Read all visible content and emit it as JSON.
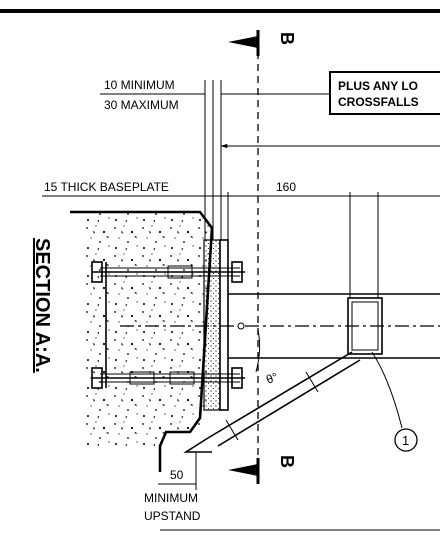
{
  "section_title": "SECTION A:A.",
  "section_marker": "B",
  "dimensions": {
    "min_clearance": "10 MINIMUM",
    "max_clearance": "30 MAXIMUM",
    "baseplate": "15 THICK BASEPLATE",
    "offset": "160",
    "upstand_width": "50",
    "upstand_label_1": "MINIMUM",
    "upstand_label_2": "UPSTAND",
    "angle": "θ°"
  },
  "note": {
    "line1": "PLUS ANY LO",
    "line2": "CROSSFALLS"
  },
  "callout": "1"
}
